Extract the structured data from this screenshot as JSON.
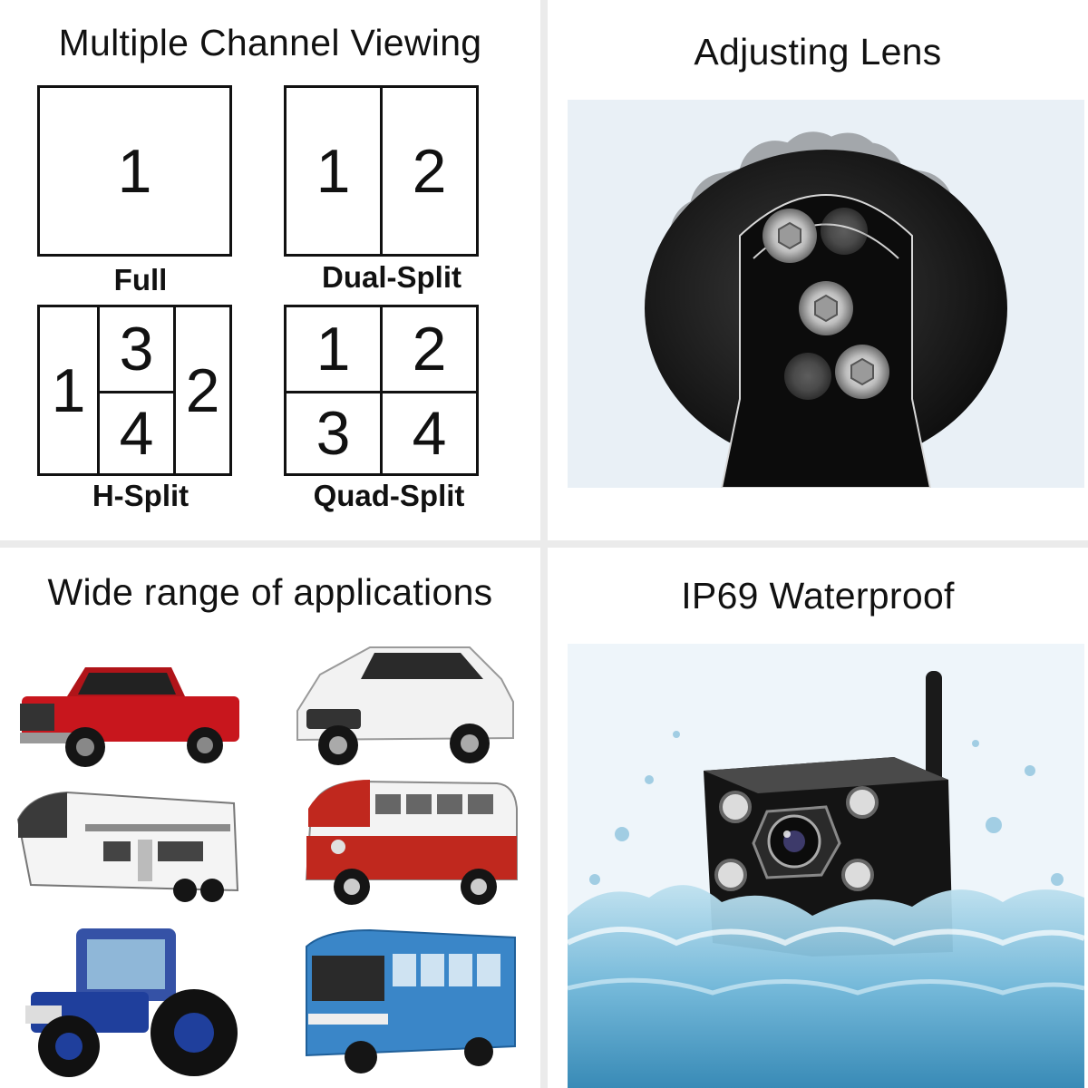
{
  "panels": {
    "channels": {
      "title": "Multiple Channel Viewing",
      "layouts": [
        {
          "caption": "Full",
          "cells": [
            "1"
          ]
        },
        {
          "caption": "Dual-Split",
          "cells": [
            "1",
            "2"
          ]
        },
        {
          "caption": "H-Split",
          "cells": [
            "1",
            "3",
            "4",
            "2"
          ]
        },
        {
          "caption": "Quad-Split",
          "cells": [
            "1",
            "2",
            "3",
            "4"
          ]
        }
      ]
    },
    "lens": {
      "title": "Adjusting Lens"
    },
    "applications": {
      "title": "Wide range of applications",
      "vehicles": [
        "pickup-truck",
        "suv",
        "rv-trailer",
        "vintage-van",
        "tractor",
        "bus"
      ]
    },
    "waterproof": {
      "title": "IP69 Waterproof"
    }
  },
  "colors": {
    "background": "#ffffff",
    "separator": "#ebebeb",
    "ink": "#111111",
    "truck_red": "#c8161d",
    "tractor_blue": "#1f3f9c",
    "bus_blue": "#3a86c8",
    "water": "#6fb6d8"
  }
}
